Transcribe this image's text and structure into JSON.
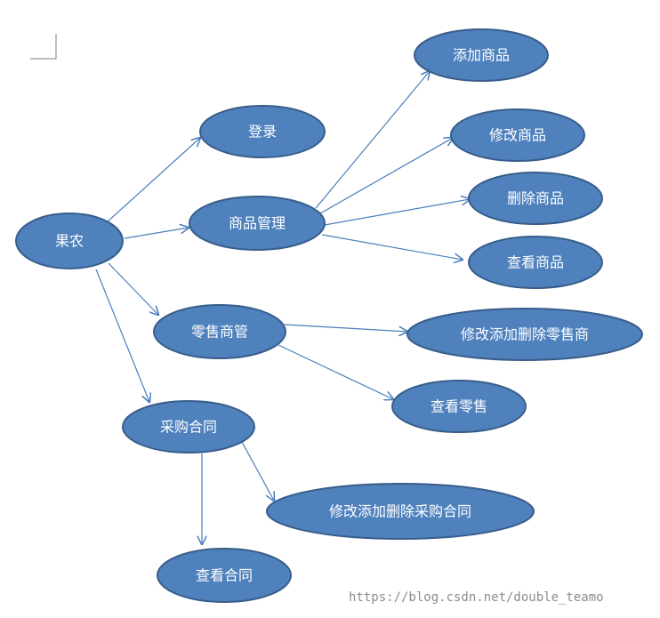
{
  "nodes": {
    "farmer": "果农",
    "login": "登录",
    "product_mgmt": "商品管理",
    "retailer_mgmt": "零售商管",
    "purchase_contract": "采购合同",
    "add_product": "添加商品",
    "edit_product": "修改商品",
    "delete_product": "删除商品",
    "view_product": "查看商品",
    "edit_add_delete_retailer": "修改添加删除零售商",
    "view_retail": "查看零售",
    "edit_add_delete_contract": "修改添加删除采购合同",
    "view_contract": "查看合同"
  },
  "watermark": "https://blog.csdn.net/double_teamo",
  "colors": {
    "node_fill": "#4f81bd",
    "node_stroke": "#385d8a",
    "edge": "#4a7ebb"
  }
}
